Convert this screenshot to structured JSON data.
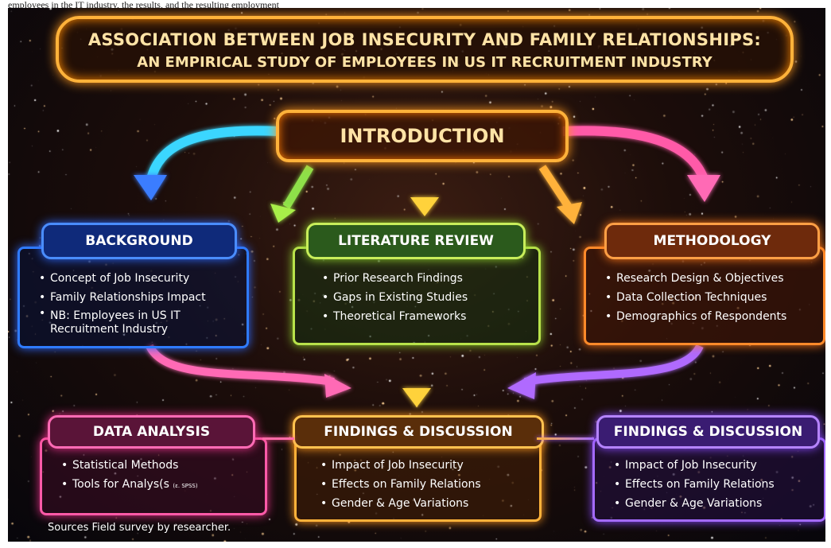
{
  "caption": "employees in the IT industry, the results, and the resulting employment",
  "title": {
    "line1": "ASSOCIATION BETWEEN JOB INSECURITY AND FAMILY RELATIONSHIPS:",
    "line2": "AN EMPIRICAL STUDY OF EMPLOYEES IN US IT RECRUITMENT INDUSTRY"
  },
  "intro": {
    "label": "INTRODUCTION"
  },
  "background": {
    "title": "BACKGROUND",
    "items": [
      "Concept of Job Insecurity",
      "Family Relationships Impact",
      "NB: Employees in US IT Recruitment Industry"
    ]
  },
  "literature": {
    "title": "LITERATURE REVIEW",
    "items": [
      "Prior Research Findings",
      "Gaps in Existing Studies",
      "Theoretical Frameworks"
    ]
  },
  "methodology": {
    "title": "METHODOLOGY",
    "items": [
      "Research Design & Objectives",
      "Data Collection Techniques",
      "Demographics of Respondents"
    ]
  },
  "data_analysis": {
    "title": "DATA ANALYSIS",
    "items": [
      "Statistical Methods",
      "Tools for Analys(s"
    ],
    "tool_suffix": "(ε. SPSS)"
  },
  "findings_center": {
    "title": "FINDINGS & DISCUSSION",
    "items": [
      "Impact of Job Insecurity",
      "Effects on Family Relations",
      "Gender & Age Variations"
    ]
  },
  "findings_right": {
    "title": "FINDINGS & DISCUSSION",
    "items": [
      "Impact of Job Insecurity",
      "Effects on Family Relations",
      "Gender & Age Variations"
    ]
  },
  "source": "Sources Field survey by researcher.",
  "colors": {
    "blue": "#2f7bff",
    "green": "#b8e24a",
    "orange": "#ff8a2a",
    "magenta": "#ff5aa8",
    "gold": "#ffb23a",
    "purple": "#a46bff"
  }
}
